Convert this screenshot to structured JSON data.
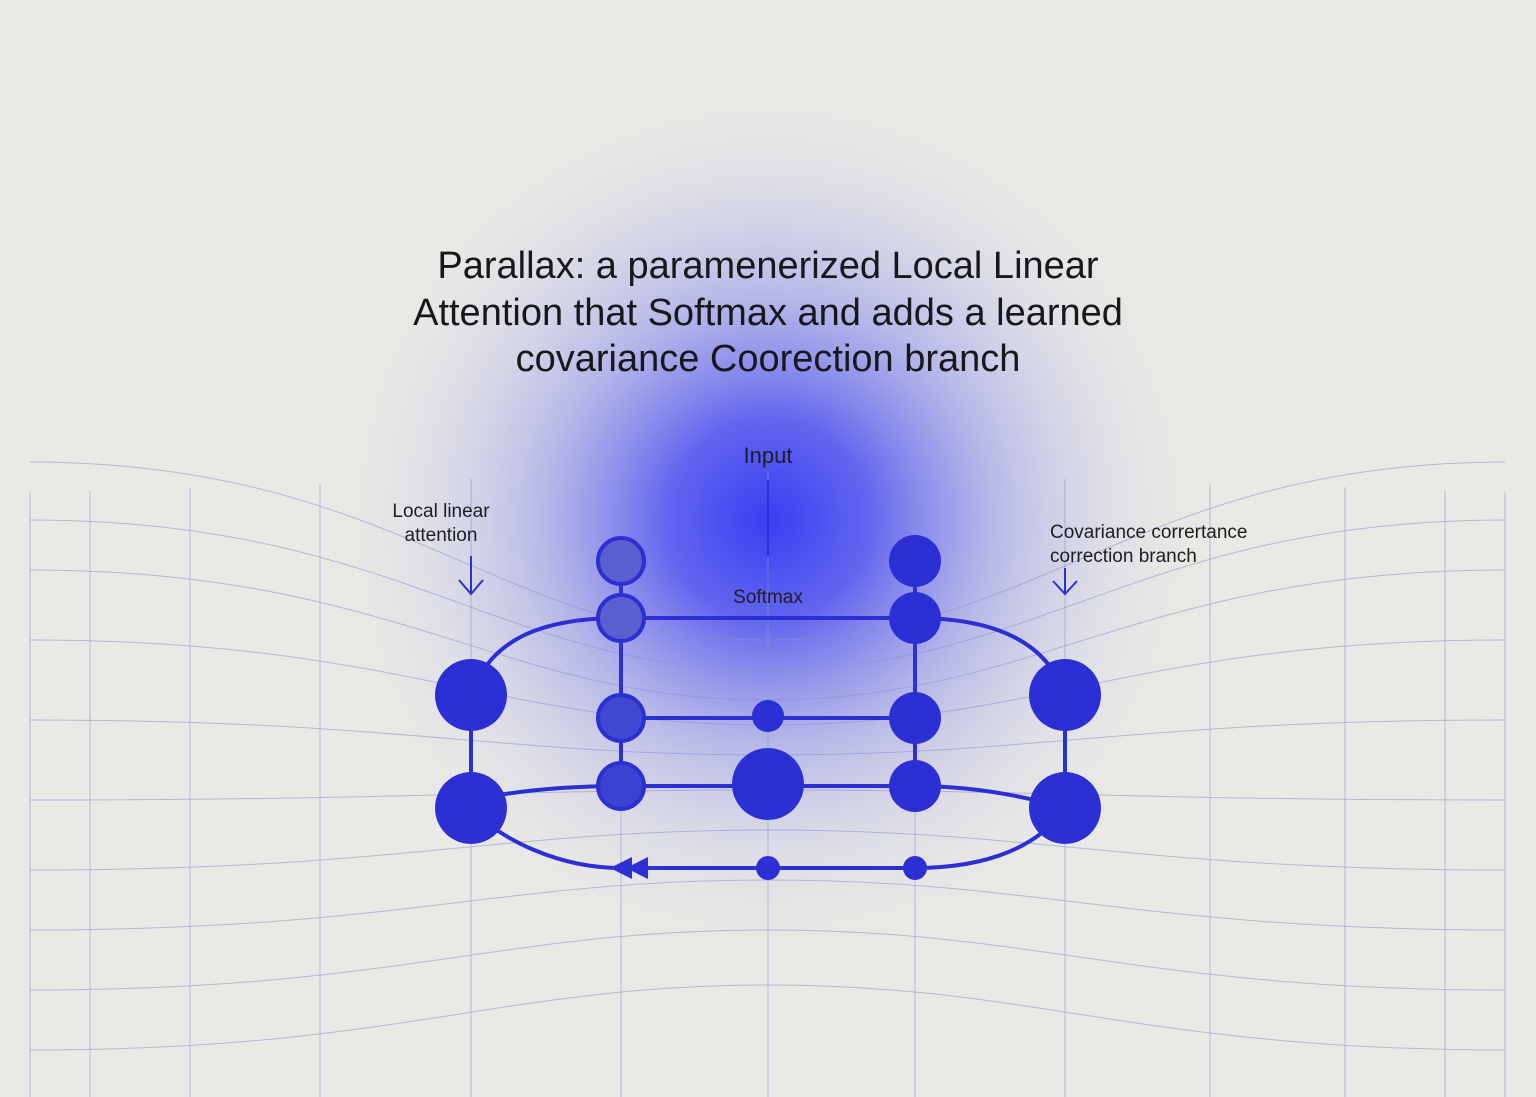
{
  "diagram": {
    "title_lines": [
      "Parallax: a paramenerized Local Linear",
      "Attention  that  Softmax and adds a learned",
      "covariance Coorection branch"
    ],
    "labels": {
      "input": "Input",
      "softmax": "Softmax",
      "local_left_line1": "Local linear",
      "local_left_line2": "attention",
      "covariance_line1": "Covariance corrertance",
      "covariance_line2": "correction branch"
    },
    "colors": {
      "background": "#e9e9e5",
      "accent": "#2b2fd4",
      "accent_light": "#5a5fd0",
      "glow": "#3b3ff0",
      "grid": "#8c8fd0",
      "text": "#1d1d24"
    }
  }
}
